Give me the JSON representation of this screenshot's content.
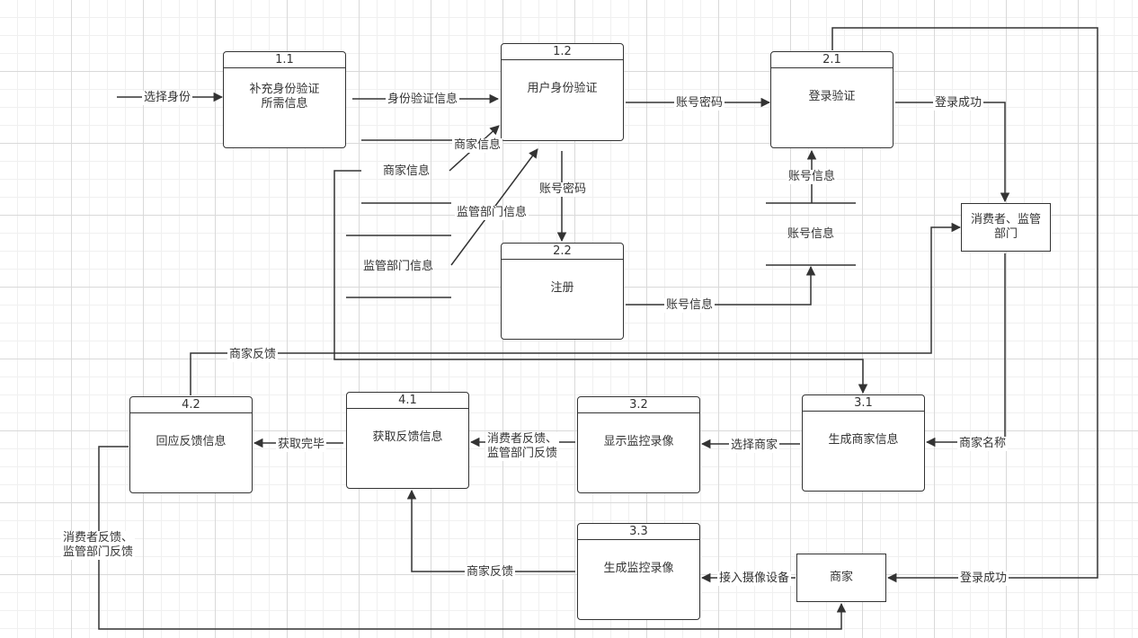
{
  "processes": {
    "p11": {
      "num": "1.1",
      "name": "补充身份验证\n所需信息"
    },
    "p12": {
      "num": "1.2",
      "name": "用户身份验证"
    },
    "p21": {
      "num": "2.1",
      "name": "登录验证"
    },
    "p22": {
      "num": "2.2",
      "name": "注册"
    },
    "p31": {
      "num": "3.1",
      "name": "生成商家信息"
    },
    "p32": {
      "num": "3.2",
      "name": "显示监控录像"
    },
    "p33": {
      "num": "3.3",
      "name": "生成监控录像"
    },
    "p41": {
      "num": "4.1",
      "name": "获取反馈信息"
    },
    "p42": {
      "num": "4.2",
      "name": "回应反馈信息"
    }
  },
  "entities": {
    "consumer": "消费者、监管\n部门",
    "merchant": "商家"
  },
  "stores": {
    "merchant_info": "商家信息",
    "supervision_info": "监管部门信息",
    "account_info": "账号信息"
  },
  "flows": {
    "select_identity": "选择身份",
    "identity_info": "身份验证信息",
    "merchant_info": "商家信息",
    "supervision_info": "监管部门信息",
    "account_password_1": "账号密码",
    "account_password_2": "账号密码",
    "login_success_1": "登录成功",
    "login_success_2": "登录成功",
    "account_info_up": "账号信息",
    "account_info_reg": "账号信息",
    "merchant_feedback_top": "商家反馈",
    "merchant_name": "商家名称",
    "select_merchant": "选择商家",
    "consumer_feedback_mid": "消费者反馈、\n监管部门反馈",
    "fetch_done": "获取完毕",
    "consumer_feedback_left": "消费者反馈、\n监管部门反馈",
    "merchant_feedback_bottom": "商家反馈",
    "camera": "接入摄像设备"
  }
}
